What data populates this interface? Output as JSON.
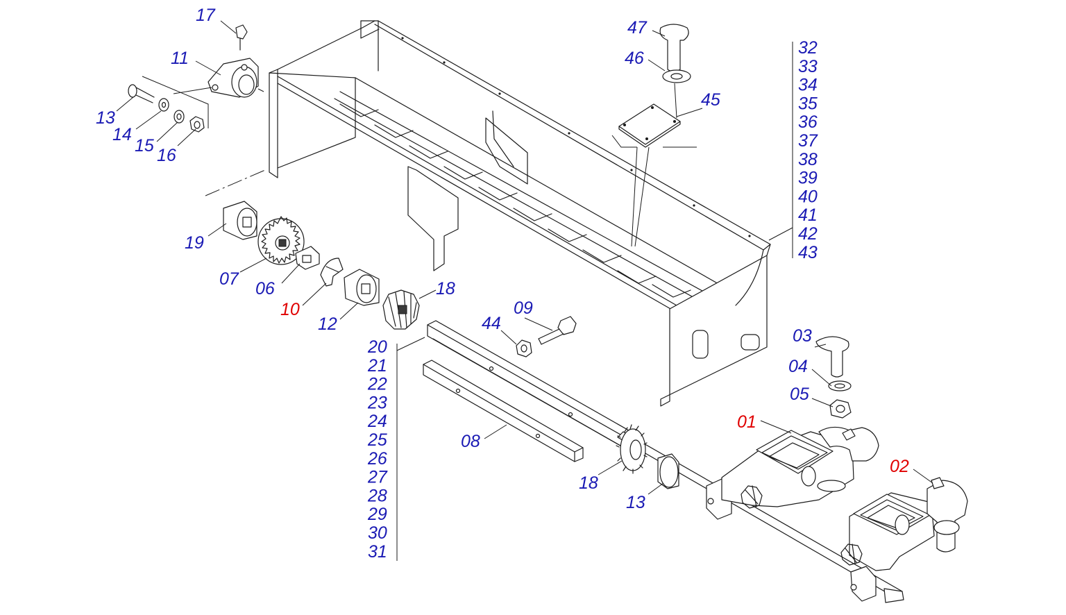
{
  "colors": {
    "callout_default": "#1a1ab4",
    "callout_highlight": "#e00000",
    "line": "#1a1a1a"
  },
  "callouts": [
    {
      "id": "c17",
      "text": "17",
      "tone": "default"
    },
    {
      "id": "c11",
      "text": "11",
      "tone": "default"
    },
    {
      "id": "c13a",
      "text": "13",
      "tone": "default"
    },
    {
      "id": "c14",
      "text": "14",
      "tone": "default"
    },
    {
      "id": "c15",
      "text": "15",
      "tone": "default"
    },
    {
      "id": "c16",
      "text": "16",
      "tone": "default"
    },
    {
      "id": "c19",
      "text": "19",
      "tone": "default"
    },
    {
      "id": "c07",
      "text": "07",
      "tone": "default"
    },
    {
      "id": "c06",
      "text": "06",
      "tone": "default"
    },
    {
      "id": "c10",
      "text": "10",
      "tone": "highlight"
    },
    {
      "id": "c12",
      "text": "12",
      "tone": "default"
    },
    {
      "id": "c18a",
      "text": "18",
      "tone": "default"
    },
    {
      "id": "c09",
      "text": "09",
      "tone": "default"
    },
    {
      "id": "c44",
      "text": "44",
      "tone": "default"
    },
    {
      "id": "c47",
      "text": "47",
      "tone": "default"
    },
    {
      "id": "c46",
      "text": "46",
      "tone": "default"
    },
    {
      "id": "c45",
      "text": "45",
      "tone": "default"
    },
    {
      "id": "c03",
      "text": "03",
      "tone": "default"
    },
    {
      "id": "c04",
      "text": "04",
      "tone": "default"
    },
    {
      "id": "c05",
      "text": "05",
      "tone": "default"
    },
    {
      "id": "c01",
      "text": "01",
      "tone": "highlight"
    },
    {
      "id": "c02",
      "text": "02",
      "tone": "highlight"
    },
    {
      "id": "c08",
      "text": "08",
      "tone": "default"
    },
    {
      "id": "c18b",
      "text": "18",
      "tone": "default"
    },
    {
      "id": "c13b",
      "text": "13",
      "tone": "default"
    }
  ],
  "right_group": [
    "32",
    "33",
    "34",
    "35",
    "36",
    "37",
    "38",
    "39",
    "40",
    "41",
    "42",
    "43"
  ],
  "left_group": [
    "20",
    "21",
    "22",
    "23",
    "24",
    "25",
    "26",
    "27",
    "28",
    "29",
    "30",
    "31"
  ]
}
